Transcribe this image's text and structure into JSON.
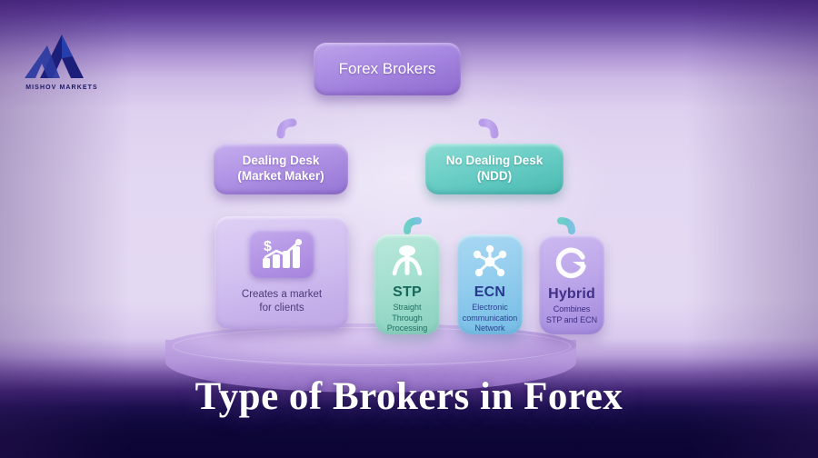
{
  "brand": {
    "logo_icon": "mountain-m-logo-icon",
    "wordmark": "MISHOV MARKETS"
  },
  "title": "Type of Brokers in Forex",
  "diagram": {
    "root": {
      "label": "Forex Brokers"
    },
    "branches": [
      {
        "id": "dealing-desk",
        "line1": "Dealing Desk",
        "line2": "(Market Maker)",
        "color": "#a182dc"
      },
      {
        "id": "no-dealing-desk",
        "line1": "No Dealing Desk",
        "line2": "(NDD)",
        "color": "#56c2ba"
      }
    ],
    "dealing_desk_card": {
      "icon": "dollar-bar-chart-growth-icon",
      "caption_line1": "Creates a market",
      "caption_line2": "for clients"
    },
    "ndd_cards": [
      {
        "id": "stp",
        "icon": "split-routing-icon",
        "title": "STP",
        "sub_line1": "Straight",
        "sub_line2": "Through",
        "sub_line3": "Processing",
        "color": "#93d6c5"
      },
      {
        "id": "ecn",
        "icon": "network-hub-icon",
        "title": "ECN",
        "sub_line1": "Electronic",
        "sub_line2": "communication",
        "sub_line3": "Network",
        "color": "#7fc2e8"
      },
      {
        "id": "hybrid",
        "icon": "refresh-cycle-icon",
        "title": "Hybrid",
        "sub_line1": "Combines",
        "sub_line2": "STP and ECN",
        "sub_line3": "",
        "color": "#ad94e2"
      }
    ]
  },
  "colors": {
    "background_top": "#4a2a84",
    "background_mid": "#e3d8f3",
    "background_bottom": "#0b0433",
    "purple_node": "#a182dc",
    "teal_node": "#56c2ba",
    "pedestal": "#b89cdd",
    "title_text": "#ffffff"
  }
}
